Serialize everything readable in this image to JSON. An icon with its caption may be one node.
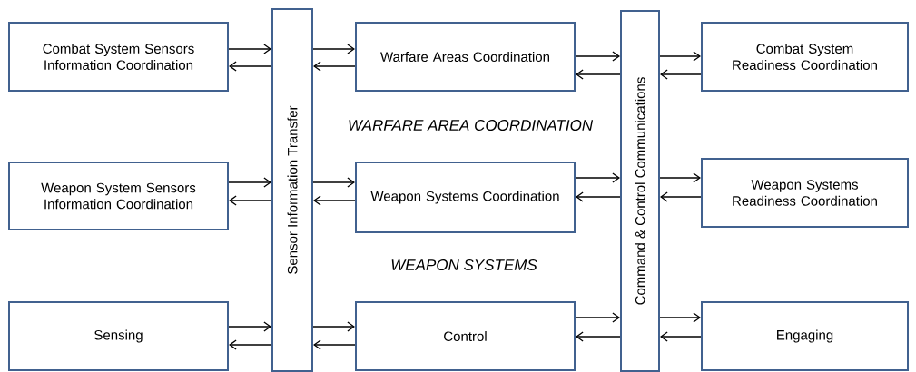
{
  "diagram": {
    "nodes": [
      {
        "text": [
          "Combat System Sensors Information Coordination"
        ]
      },
      {
        "text": [
          "Weapon System Sensors Information Coordination"
        ]
      },
      {
        "text": [
          "Sensing"
        ]
      },
      {
        "text": [
          "Sensor Information Transfer"
        ]
      },
      {
        "text": [
          "Warfare Areas Coordination"
        ]
      },
      {
        "text": [
          "Weapon Systems Coordination"
        ]
      },
      {
        "text": [
          "Control"
        ]
      },
      {
        "text": [
          "Command & Control Communications"
        ]
      },
      {
        "text": [
          "Combat System Readiness Coordination"
        ]
      },
      {
        "text": [
          "Weapon Systems Readiness Coordination"
        ]
      },
      {
        "text": [
          "Engaging"
        ]
      }
    ],
    "edges": [
      {
        "from": 0,
        "to": 3,
        "arrow": "to"
      },
      {
        "from": 3,
        "to": 0,
        "arrow": "to"
      },
      {
        "from": 1,
        "to": 3,
        "arrow": "to"
      },
      {
        "from": 3,
        "to": 1,
        "arrow": "to"
      },
      {
        "from": 2,
        "to": 3,
        "arrow": "to"
      },
      {
        "from": 3,
        "to": 2,
        "arrow": "to"
      },
      {
        "from": 3,
        "to": 4,
        "arrow": "to"
      },
      {
        "from": 4,
        "to": 3,
        "arrow": "to"
      },
      {
        "from": 3,
        "to": 5,
        "arrow": "to"
      },
      {
        "from": 5,
        "to": 3,
        "arrow": "to"
      },
      {
        "from": 3,
        "to": 6,
        "arrow": "to"
      },
      {
        "from": 6,
        "to": 3,
        "arrow": "to"
      },
      {
        "from": 4,
        "to": 7,
        "arrow": "to"
      },
      {
        "from": 7,
        "to": 4,
        "arrow": "to"
      },
      {
        "from": 5,
        "to": 7,
        "arrow": "to"
      },
      {
        "from": 7,
        "to": 5,
        "arrow": "to"
      },
      {
        "from": 6,
        "to": 7,
        "arrow": "to"
      },
      {
        "from": 7,
        "to": 6,
        "arrow": "to"
      },
      {
        "from": 7,
        "to": 8,
        "arrow": "to"
      },
      {
        "from": 8,
        "to": 7,
        "arrow": "to"
      },
      {
        "from": 7,
        "to": 9,
        "arrow": "to"
      },
      {
        "from": 9,
        "to": 7,
        "arrow": "to"
      },
      {
        "from": 7,
        "to": 10,
        "arrow": "to"
      },
      {
        "from": 10,
        "to": 7,
        "arrow": "to"
      }
    ],
    "labels": [
      "WARFARE AREA COORDINATION",
      "WEAPON SYSTEMS"
    ]
  }
}
